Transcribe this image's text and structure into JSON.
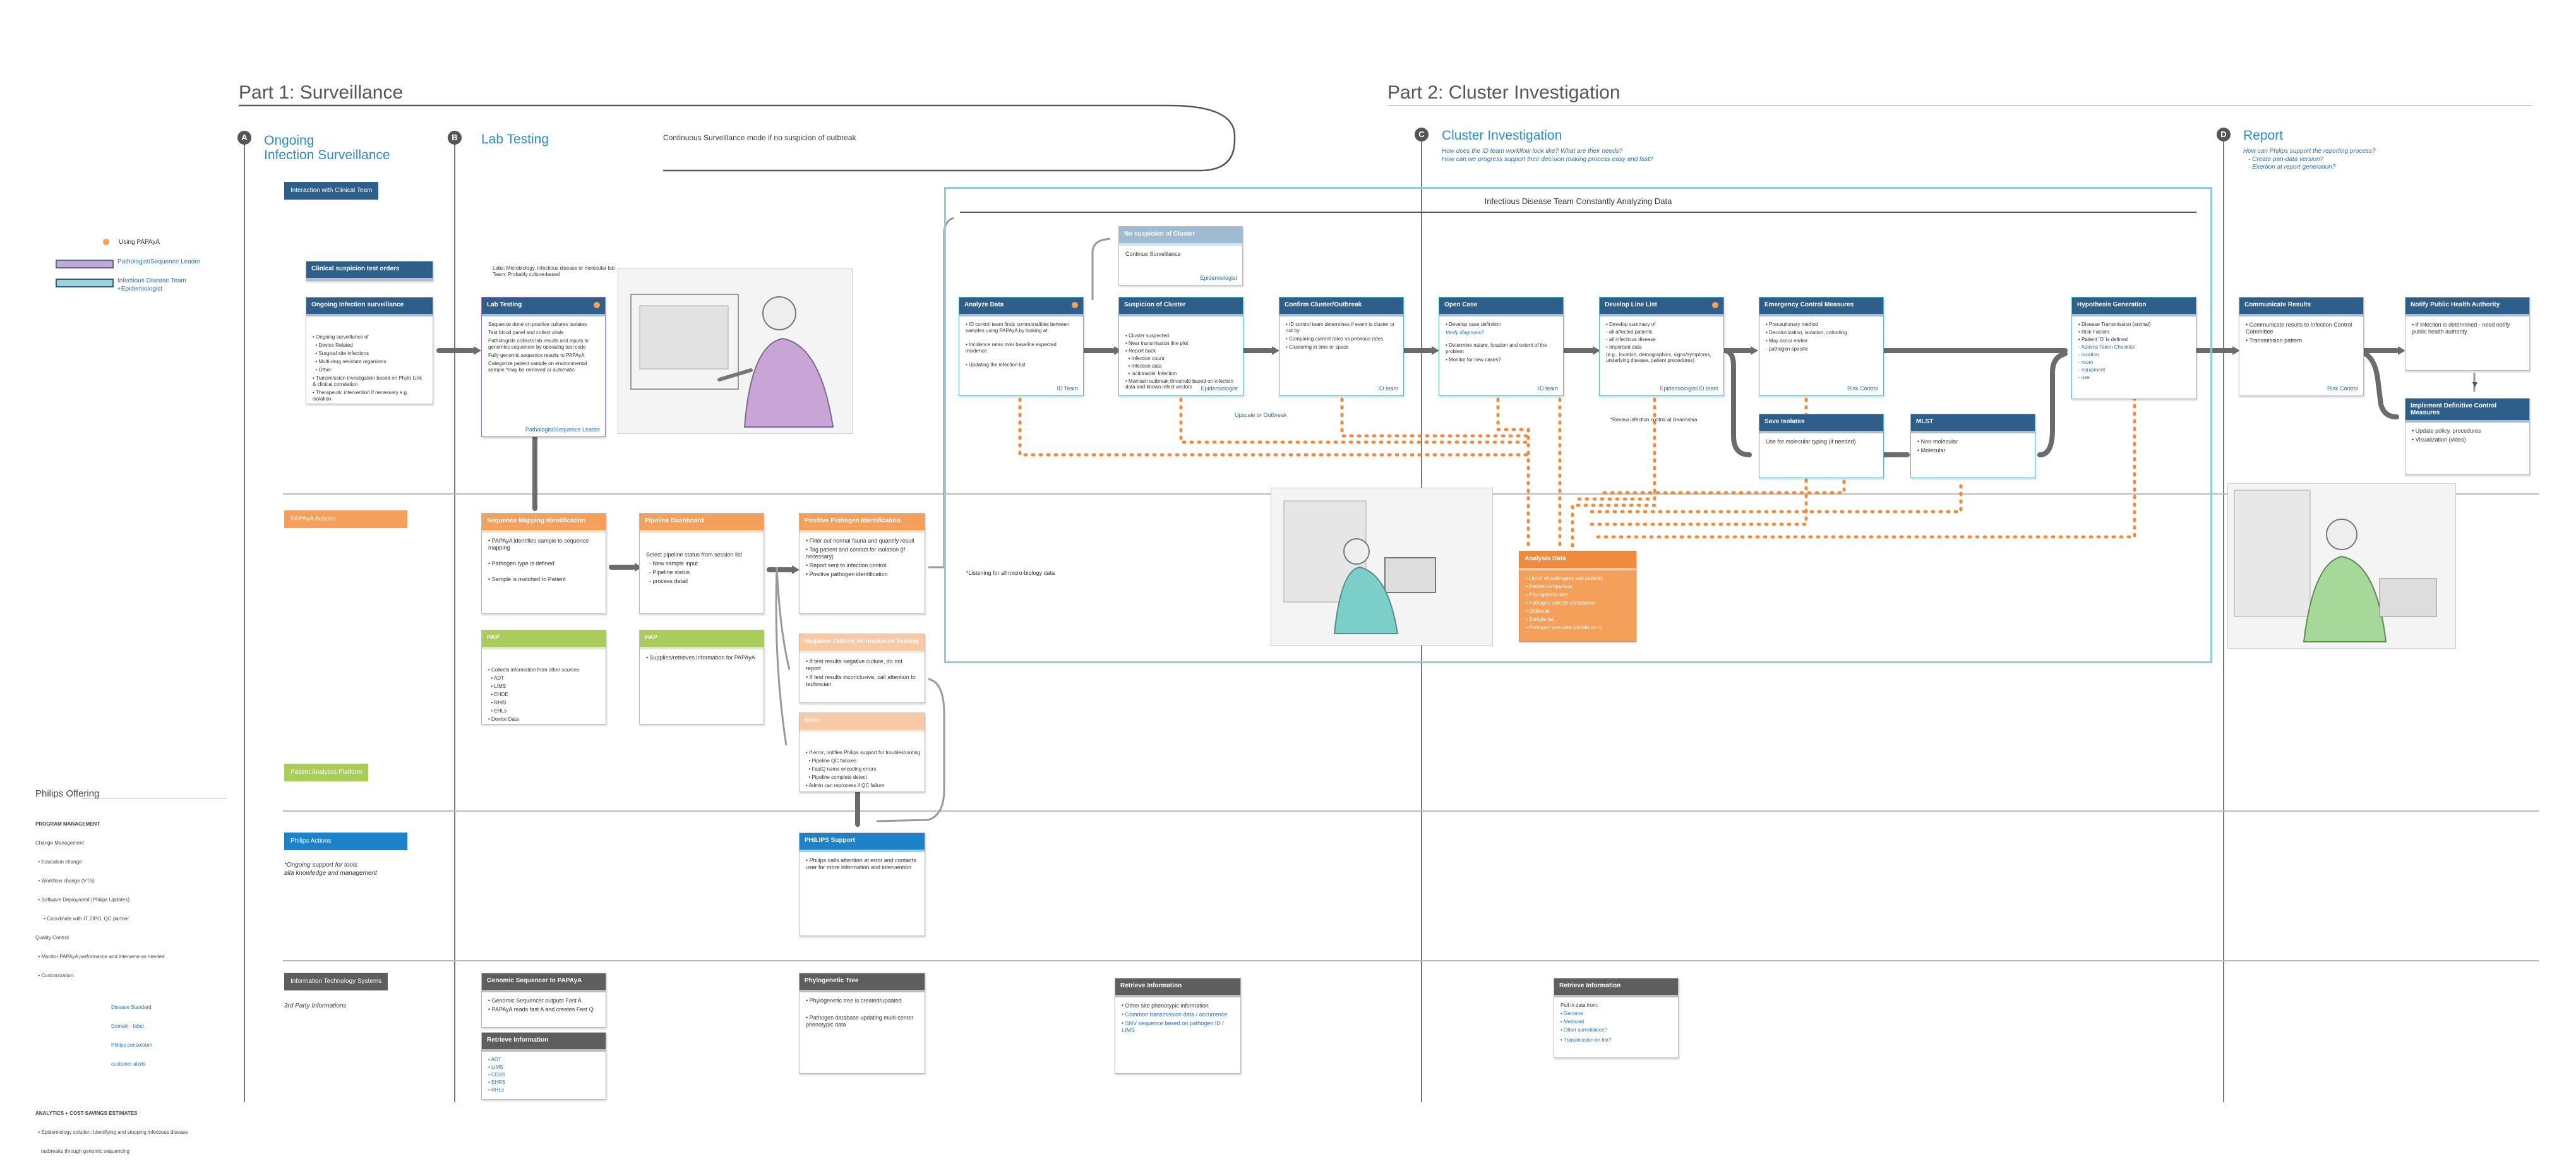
{
  "parts": {
    "part1": "Part 1: Surveillance",
    "part2": "Part 2: Cluster Investigation"
  },
  "phases": {
    "a": {
      "letter": "A",
      "title": "Ongoing\nInfection Surveillance"
    },
    "b": {
      "letter": "B",
      "title": "Lab Testing",
      "note": "Continuous Surveillance mode if no suspicion of outbreak"
    },
    "c": {
      "letter": "C",
      "title": "Cluster Investigation",
      "q1": "How does the ID team workflow look like? What are their needs?",
      "q2": "How can we progress support their decision making process easy and fast?"
    },
    "d": {
      "letter": "D",
      "title": "Report",
      "q1": "How can Philips support the reporting process?",
      "q2": "- Create pan-data version?",
      "q3": "- Exertion at report generation?"
    }
  },
  "legend": {
    "dot_label": "Using PAPAyA",
    "purple_label": "Pathologist/Sequence Leader",
    "blue_label": "Infectious Disease Team\n+Epidemiologist"
  },
  "lanes": {
    "clinical": "Interaction with Clinical Team",
    "papaya": "PAPAyA Actions",
    "platform": "Patient Analytics Platform",
    "philips": "Philips Actions",
    "philips_note": "*Ongoing support for tools\nalla knowledge and management",
    "it": "Information Technology Systems",
    "it_note": "3rd Party Informations"
  },
  "offering": {
    "title": "Philips Offering",
    "lines": [
      "PROGRAM MANAGEMENT",
      "Change Management",
      "  • Education change",
      "  • Workflow change (VTS)",
      "  • Software Deployment (Philips Updates)",
      "      • Coordinate with IT, DPO, QC partner",
      "Quality Control",
      "  • Monitor PAPAyA performance and intervene as needed",
      "  • Customization",
      "ANALYTICS + COST-SAVINGS ESTIMATES",
      "  • Epidemiology solution: identifying and stopping infectious disease",
      "    outbreaks through genomic sequencing"
    ],
    "links": [
      "Disease Standard",
      "Domain - label",
      "Philips consortium",
      "customer alerts"
    ]
  },
  "infectious_box": {
    "title": "Infectious Disease Team Constantly Analyzing Data"
  },
  "cards": {
    "clinical_orders": {
      "title": "Clinical suspicion test orders"
    },
    "ongoing": {
      "title": "Ongoing Infection surveillance",
      "lines": [
        "• Ongoing surveillance of",
        "  • Device Related",
        "  • Surgical site infections",
        "  • Multi-drug resistant organisms",
        "  • Other",
        "• Transmission investigation based on Phylo Link & clinical correlation",
        "• Therapeutic intervention if necessary e.g. isolation"
      ]
    },
    "lab_note": "Labs: Microbiology, infectious disease or molecular lab\nTeam: Probably culture-based",
    "lab_testing": {
      "title": "Lab Testing",
      "lines": [
        "Sequence done on positive cultures isolates",
        "Test blood panel and collect vitals",
        "Pathologists collects lab results and inputs in genomics sequencer by operating tool code",
        "Fully genomic sequence results to PAPAyA",
        "Categorize patient sample on environmental sample *may be removed or automatic"
      ],
      "footer": "Pathologist/Sequence Leader"
    },
    "seq_ident": {
      "title": "Sequence Mapping Identification",
      "lines": [
        "• PAPAyA identifies sample to sequence mapping",
        "• Pathogen type is defined",
        "• Sample is matched to Patient"
      ]
    },
    "pipeline": {
      "title": "Pipeline Dashboard",
      "lines": [
        "Select pipeline status from session list",
        "  - New sample input",
        "  - Pipeline status",
        "  - process detail"
      ]
    },
    "positive": {
      "title": "Positive Pathogen Identification",
      "lines": [
        "• Filter out normal fauna and quantify result",
        "• Tag patient and contact for isolation (if necessary)",
        "• Report sent to infection control",
        "• Positive pathogen identification"
      ]
    },
    "listening": "*Listening for all micro-biology data",
    "pap1": {
      "title": "PAP",
      "lines": [
        "• Collects information from other sources",
        "  • ADT",
        "  • LIMS",
        "  • EHDE",
        "  • RHIS",
        "  • EHLs",
        "• Device Data"
      ]
    },
    "pap2": {
      "title": "PAP",
      "lines": [
        "• Supplies/retrieves information for PAPAyA"
      ]
    },
    "negative": {
      "title": "Negative Culture Inconclusive Testing",
      "lines": [
        "• If test results negative culture, do not report",
        "• If test results inconclusive, call attention to technician"
      ]
    },
    "error": {
      "title": "Error",
      "lines": [
        "• If error, notifies Philips support for troubleshooting",
        "  • Pipeline QC failures",
        "  • FastQ name encoding errors",
        "  • Pipeline complete detect",
        "• Admin can reprocess if QC failure"
      ]
    },
    "philips_support": {
      "title": "PHILIPS Support",
      "lines": [
        "• Philips calls attention at error and contacts user for more information and intervention"
      ]
    },
    "genomic": {
      "title": "Genomic Sequencer to PAPAyA",
      "lines": [
        "• Genomic Sequencer outputs Fast A",
        "• PAPAyA reads fast A and creates Fast Q"
      ]
    },
    "retrieve1": {
      "title": "Retrieve Information",
      "lines": [
        "• ADT",
        "• LIMS",
        "• CDSS",
        "• EHRS",
        "• RHLs"
      ]
    },
    "phylo": {
      "title": "Phylogenetic Tree",
      "lines": [
        "• Phylogenetic tree is created/updated",
        "• Pathogen database updating multi-center phenotypic data"
      ]
    },
    "retrieve2": {
      "title": "Retrieve Information",
      "lines": [
        "• Other site phenotypic information",
        "• Common transmission data / occurrence",
        "• SNV sequence based on pathogen ID / LIMS"
      ]
    },
    "retrieve3": {
      "title": "Retrieve Information",
      "lines": [
        "Pull in data from:",
        "• Genome",
        "• Medicaid",
        "• Other surveillance?",
        "",
        "• Transmission on file?"
      ]
    },
    "no_suspicion": {
      "title": "No suspicion of Cluster",
      "lines": [
        "Continue Surveillance"
      ],
      "footer": "Epidemiologist"
    },
    "analyze": {
      "title": "Analyze Data",
      "lines": [
        "• ID control team finds commonalities between samples using PAPAyA by looking at",
        "• Incidence rates over baseline expected incidence",
        "• Updating the infection list"
      ],
      "footer": "ID Team"
    },
    "suspicion": {
      "title": "Suspicion of Cluster",
      "lines": [
        "• Cluster suspected",
        "• Near transmission line plot",
        "• Report back",
        "  • Infection count",
        "  • Infection data",
        "  • 'actionable' Infection",
        "• Maintain outbreak threshold based on infection data and known infect vectors"
      ],
      "footer": "Epidemiologist"
    },
    "upscale": "Upscale or Outbreak",
    "confirm": {
      "title": "Confirm Cluster/Outbreak",
      "lines": [
        "• ID control team determines if event is cluster or not by",
        "  • Comparing current rates vs previous rates",
        "  • Clustering in time or space"
      ],
      "footer": "ID team"
    },
    "open_case": {
      "title": "Open Case",
      "lines": [
        "• Develop case definition",
        "  Verify diagnosis?",
        "• Determine nature, location and extent of the problem",
        "• Monitor for new cases?"
      ],
      "footer": "ID team"
    },
    "line_list": {
      "title": "Develop Line List",
      "lines": [
        "• Develop summary of",
        "  - all affected patients",
        "  - all infectious disease",
        "• Important data",
        "  (e.g., location, demographics, signs/symptoms, underlying disease, patient procedures)"
      ],
      "footer": "Epidemiologist/ID team"
    },
    "review_note": "*Review infection control at clearinstaa",
    "emergency": {
      "title": "Emergency Control Measures",
      "lines": [
        "• Precautionary method",
        "• Decolonization, isolation, cohorting",
        "• May occur earlier",
        "  - pathogen specific"
      ],
      "footer": "Risk Control"
    },
    "save_isolates": {
      "title": "Save Isolates",
      "lines": [
        "Use for molecular typing (if needed)"
      ]
    },
    "mlst": {
      "title": "MLST",
      "lines": [
        "• Non-molecular",
        "• Molecular"
      ]
    },
    "analysis_data": {
      "title": "Analysis Data",
      "lines": [
        "• List of all pathogens and patients",
        "• Patient comparison",
        "• Phylogenetic tree",
        "• Pathogen sample comparison",
        "• Outbreak",
        "• Sample list",
        "• Pathogen overview (details on it)"
      ]
    },
    "hypothesis": {
      "title": "Hypothesis Generation",
      "lines": [
        "• Disease Transmission (animal)",
        "• Risk Factors",
        "• Patient 'O' is defined",
        "  - Admins Taken Checklist",
        "  - location",
        "  - room",
        "  - equipment",
        "  - use"
      ]
    },
    "communicate": {
      "title": "Communicate Results",
      "lines": [
        "• Communicate results to Infection Control Committee",
        "• Transmission pattern"
      ],
      "footer": "Risk Control"
    },
    "notify": {
      "title": "Notify Public Health Authority",
      "lines": [
        "• If infection is determined - need notify public health authority"
      ]
    },
    "implement": {
      "title": "Implement Definitive Control Measures",
      "lines": [
        "• Update policy, procedures",
        "• Visualization (video)"
      ]
    }
  }
}
